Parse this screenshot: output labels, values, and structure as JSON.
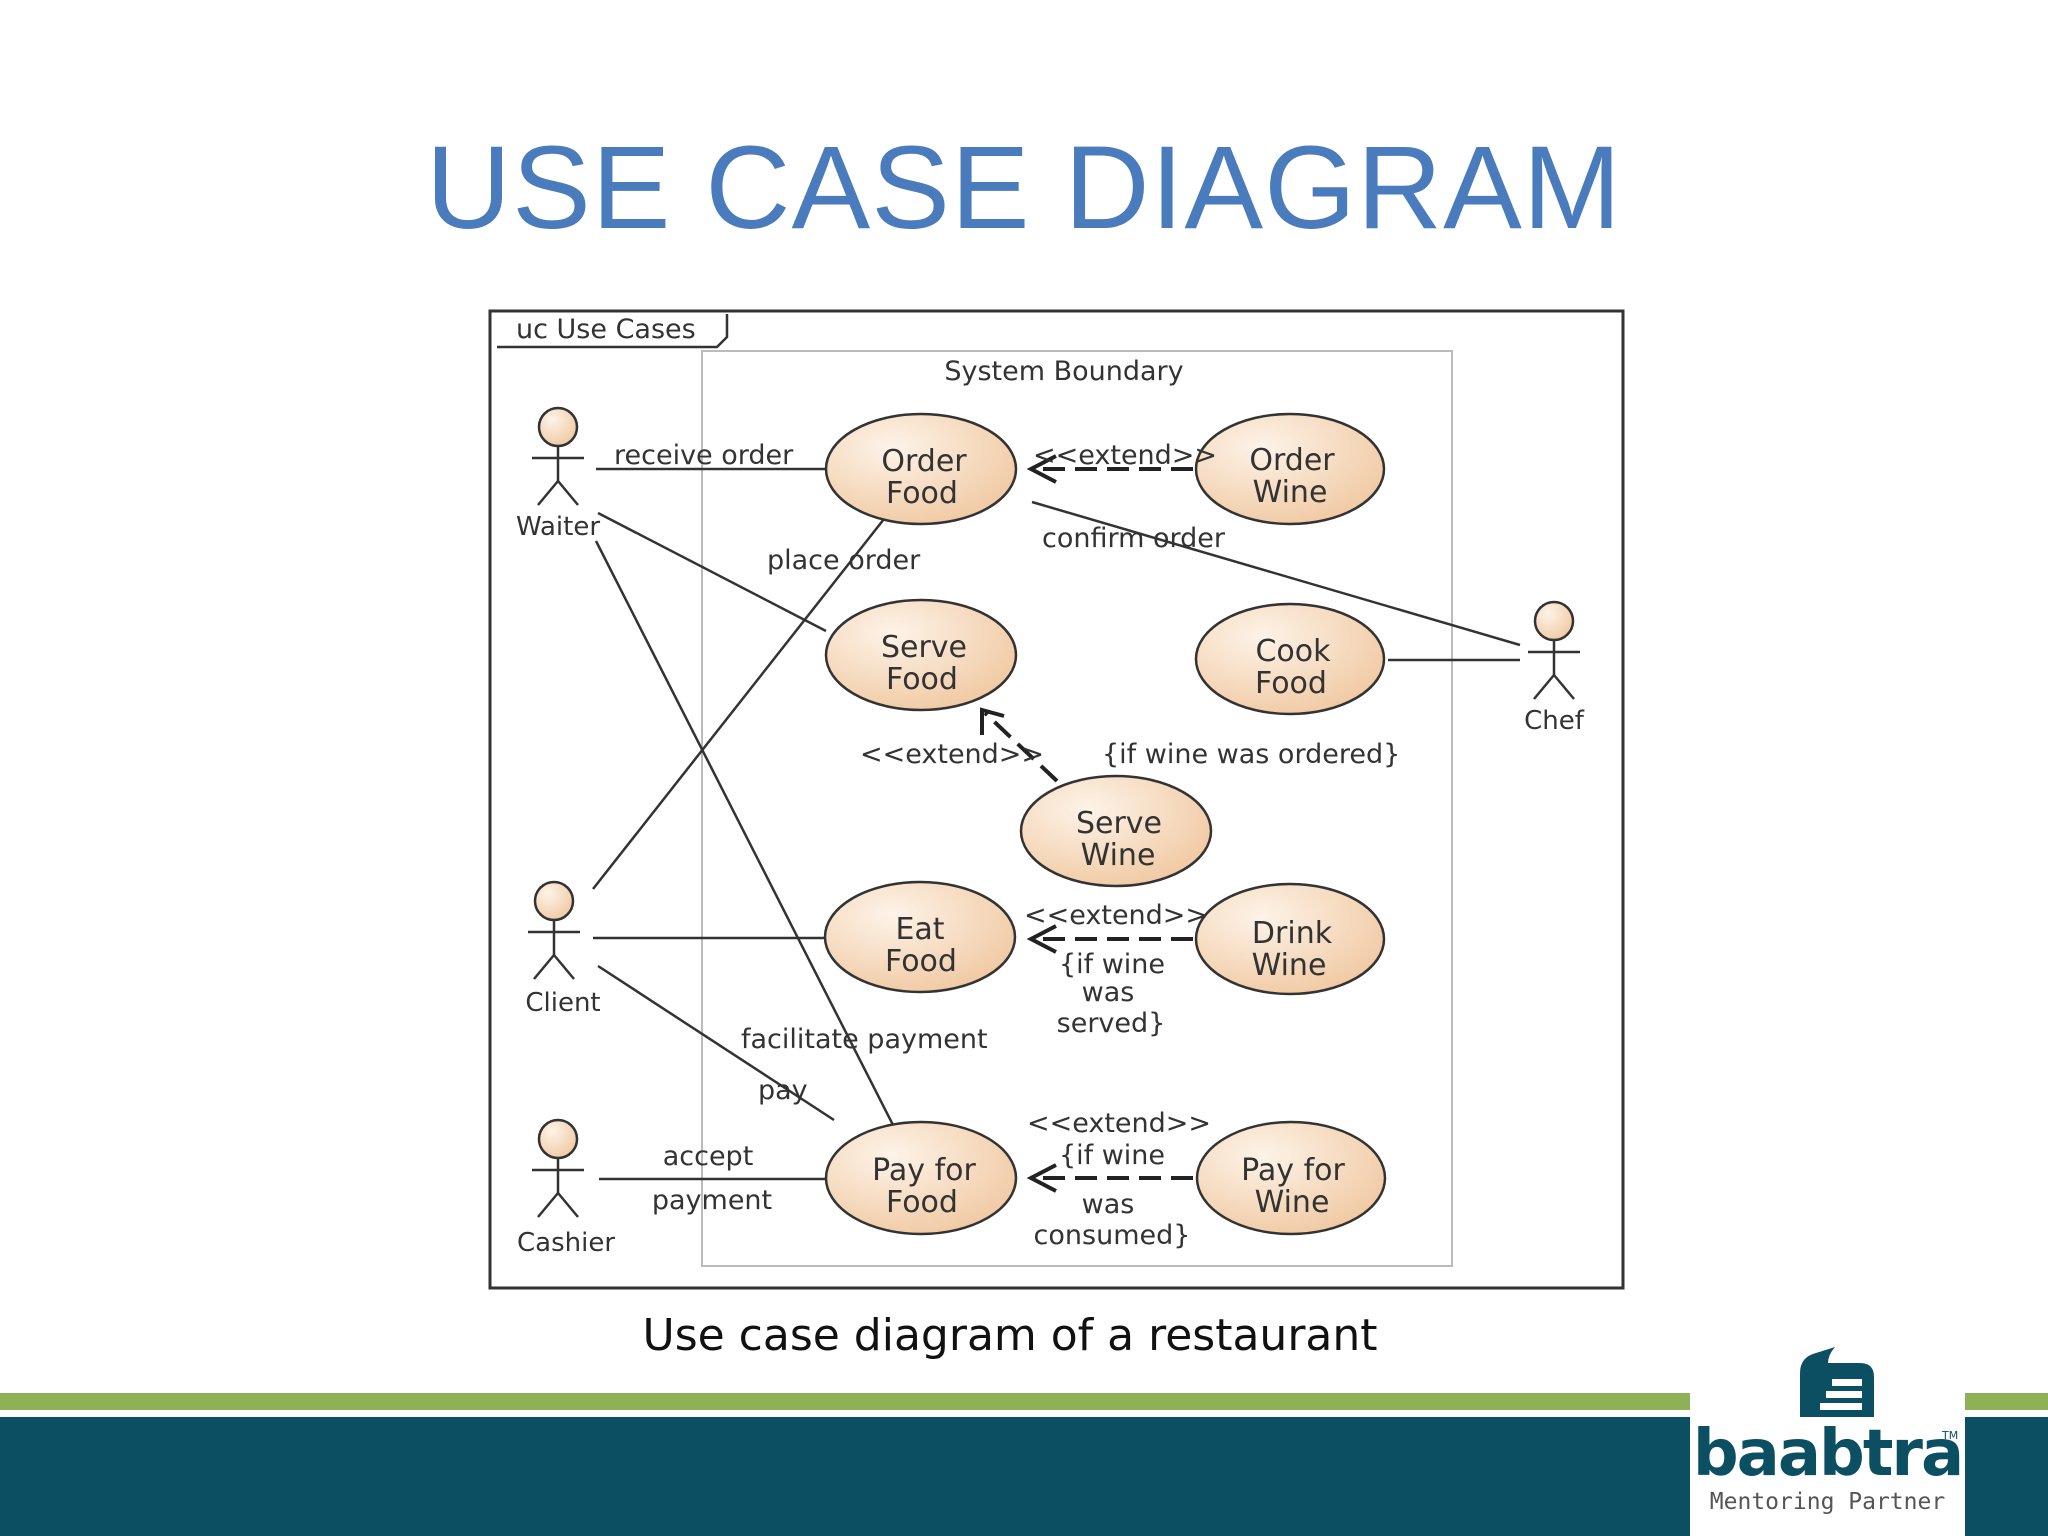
{
  "slide": {
    "title": "USE CASE DIAGRAM",
    "caption": "Use case diagram of a restaurant"
  },
  "diagram": {
    "frame_label": "uc Use Cases",
    "boundary_label": "System Boundary",
    "actors": [
      {
        "id": "waiter",
        "label": "Waiter"
      },
      {
        "id": "client",
        "label": "Client"
      },
      {
        "id": "cashier",
        "label": "Cashier"
      },
      {
        "id": "chef",
        "label": "Chef"
      }
    ],
    "use_cases": [
      {
        "id": "order_food",
        "lines": [
          "Order",
          "Food"
        ]
      },
      {
        "id": "order_wine",
        "lines": [
          "Order",
          "Wine"
        ]
      },
      {
        "id": "serve_food",
        "lines": [
          "Serve",
          "Food"
        ]
      },
      {
        "id": "cook_food",
        "lines": [
          "Cook",
          "Food"
        ]
      },
      {
        "id": "serve_wine",
        "lines": [
          "Serve",
          "Wine"
        ]
      },
      {
        "id": "eat_food",
        "lines": [
          "Eat",
          "Food"
        ]
      },
      {
        "id": "drink_wine",
        "lines": [
          "Drink",
          "Wine"
        ]
      },
      {
        "id": "pay_food",
        "lines": [
          "Pay for",
          "Food"
        ]
      },
      {
        "id": "pay_wine",
        "lines": [
          "Pay for",
          "Wine"
        ]
      }
    ],
    "labels": {
      "receive_order": "receive order",
      "place_order": "place order",
      "confirm_order": "confirm order",
      "extend_order_wine": "<<extend>>",
      "extend_serve_wine": "<<extend>>",
      "cond_serve_wine": "{if wine was ordered}",
      "extend_drink_wine": "<<extend>>",
      "cond_drink_wine_1": "{if wine",
      "cond_drink_wine_2": "was",
      "cond_drink_wine_3": "served}",
      "facilitate_payment": "facilitate payment",
      "pay": "pay",
      "accept": "accept",
      "payment": "payment",
      "extend_pay_wine": "<<extend>>",
      "cond_pay_wine_1": "{if wine",
      "cond_pay_wine_2": "was",
      "cond_pay_wine_3": "consumed}"
    }
  },
  "logo": {
    "brand": "baabtra",
    "tagline": "Mentoring Partner",
    "tm": "TM"
  },
  "colors": {
    "title": "#4a7bbd",
    "footer_light": "#8fb156",
    "footer_dark": "#0d4f62",
    "usecase_fill": "#f6d9bb",
    "stroke": "#333333"
  }
}
